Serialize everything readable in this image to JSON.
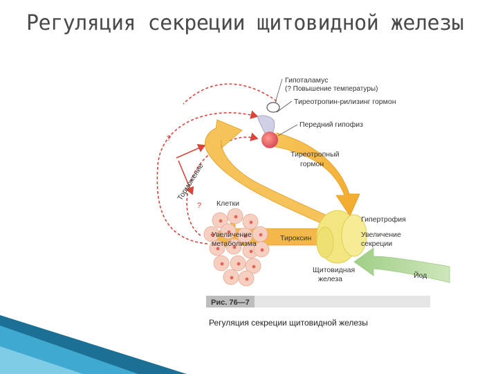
{
  "slide": {
    "title": "Регуляция секреции щитовидной железы"
  },
  "diagram": {
    "hypothalamus_label": "Гипоталамус",
    "temperature_note": "(? Повышение температуры)",
    "trh_label": "Тиреотропин-рилизинг гормон",
    "pituitary_label": "Передний гипофиз",
    "tsh_label_line1": "Тиреотропный",
    "tsh_label_line2": "гормон",
    "hypertrophy_label": "Гипертрофия",
    "secretion_line1": "Увеличение",
    "secretion_line2": "секреции",
    "thyroid_line1": "Щитовидная",
    "thyroid_line2": "железа",
    "iodine_label": "Йод",
    "thyroxine_label": "Тироксин",
    "cells_label": "Клетки",
    "metabolism_line1": "Увеличение",
    "metabolism_line2": "метаболизма",
    "inhibition_label": "Торможение",
    "question_mark_1": "?",
    "question_mark_2": "?",
    "figure_tag": "Рис. 76—7",
    "caption": "Регуляция секреции щитовидной железы"
  },
  "colors": {
    "arrow_orange": "#f5b73a",
    "feedback_red": "#d9453b",
    "iodine_green": "#b8d9a0",
    "thyroid_yellow": "#f3e680",
    "cells_pink": "#f6cfc0",
    "accent_teal": "#2a8bb0"
  }
}
